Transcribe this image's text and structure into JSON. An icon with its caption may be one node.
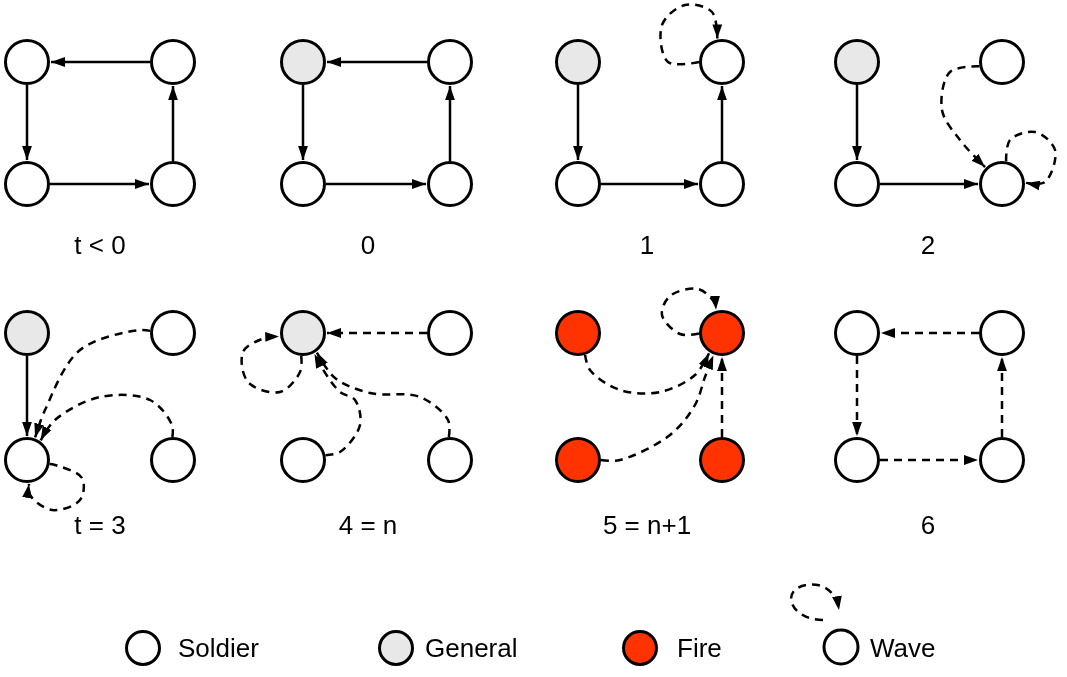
{
  "diagram": {
    "nodes": [
      {
        "text": [],
        "shape": "circle"
      },
      {
        "text": [],
        "shape": "circle"
      },
      {
        "text": [],
        "shape": "circle"
      },
      {
        "text": [],
        "shape": "circle"
      },
      {
        "text": [],
        "shape": "circle"
      },
      {
        "text": [],
        "shape": "circle"
      },
      {
        "text": [],
        "shape": "circle"
      },
      {
        "text": [],
        "shape": "circle"
      },
      {
        "text": [],
        "shape": "circle"
      },
      {
        "text": [],
        "shape": "circle"
      },
      {
        "text": [],
        "shape": "circle"
      },
      {
        "text": [],
        "shape": "circle"
      },
      {
        "text": [],
        "shape": "circle"
      },
      {
        "text": [],
        "shape": "circle"
      },
      {
        "text": [],
        "shape": "circle"
      },
      {
        "text": [],
        "shape": "circle"
      },
      {
        "text": [],
        "shape": "circle"
      },
      {
        "text": [],
        "shape": "circle"
      },
      {
        "text": [],
        "shape": "circle"
      },
      {
        "text": [],
        "shape": "circle"
      },
      {
        "text": [],
        "shape": "circle"
      },
      {
        "text": [],
        "shape": "circle"
      },
      {
        "text": [],
        "shape": "circle"
      },
      {
        "text": [],
        "shape": "circle"
      },
      {
        "text": [],
        "shape": "circle"
      },
      {
        "text": [],
        "shape": "circle"
      },
      {
        "text": [],
        "shape": "circle"
      },
      {
        "text": [],
        "shape": "circle"
      },
      {
        "text": [],
        "shape": "circle"
      },
      {
        "text": [],
        "shape": "circle"
      },
      {
        "text": [],
        "shape": "circle"
      },
      {
        "text": [],
        "shape": "circle"
      }
    ],
    "edges": [
      {
        "from": 1,
        "to": 0,
        "arrow": "to"
      },
      {
        "from": 0,
        "to": 2,
        "arrow": "to"
      },
      {
        "from": 2,
        "to": 3,
        "arrow": "to"
      },
      {
        "from": 3,
        "to": 1,
        "arrow": "to"
      },
      {
        "from": 5,
        "to": 4,
        "arrow": "to"
      },
      {
        "from": 4,
        "to": 6,
        "arrow": "to"
      },
      {
        "from": 6,
        "to": 7,
        "arrow": "to"
      },
      {
        "from": 7,
        "to": 5,
        "arrow": "to"
      },
      {
        "from": 8,
        "to": 10,
        "arrow": "to"
      },
      {
        "from": 10,
        "to": 11,
        "arrow": "to"
      },
      {
        "from": 11,
        "to": 9,
        "arrow": "to"
      },
      {
        "from": 9,
        "to": 9,
        "arrow": "to",
        "style": "dashed"
      },
      {
        "from": 12,
        "to": 14,
        "arrow": "to"
      },
      {
        "from": 14,
        "to": 15,
        "arrow": "to"
      },
      {
        "from": 13,
        "to": 15,
        "arrow": "to",
        "style": "dashed"
      },
      {
        "from": 15,
        "to": 15,
        "arrow": "to",
        "style": "dashed"
      },
      {
        "from": 16,
        "to": 18,
        "arrow": "to"
      },
      {
        "from": 17,
        "to": 18,
        "arrow": "to",
        "style": "dashed"
      },
      {
        "from": 19,
        "to": 18,
        "arrow": "to",
        "style": "dashed"
      },
      {
        "from": 18,
        "to": 18,
        "arrow": "to",
        "style": "dashed"
      },
      {
        "from": 21,
        "to": 20,
        "arrow": "to",
        "style": "dashed"
      },
      {
        "from": 20,
        "to": 20,
        "arrow": "to",
        "style": "dashed"
      },
      {
        "from": 22,
        "to": 20,
        "arrow": "to",
        "style": "dashed"
      },
      {
        "from": 23,
        "to": 20,
        "arrow": "to",
        "style": "dashed"
      },
      {
        "from": 25,
        "to": 25,
        "arrow": "to",
        "style": "dashed"
      },
      {
        "from": 24,
        "to": 25,
        "arrow": "to",
        "style": "dashed"
      },
      {
        "from": 26,
        "to": 25,
        "arrow": "to",
        "style": "dashed"
      },
      {
        "from": 27,
        "to": 25,
        "arrow": "to",
        "style": "dashed"
      },
      {
        "from": 29,
        "to": 28,
        "arrow": "to",
        "style": "dashed"
      },
      {
        "from": 28,
        "to": 30,
        "arrow": "to",
        "style": "dashed"
      },
      {
        "from": 30,
        "to": 31,
        "arrow": "to",
        "style": "dashed"
      },
      {
        "from": 31,
        "to": 29,
        "arrow": "to",
        "style": "dashed"
      }
    ],
    "labels": [
      "t < 0",
      "0",
      "1",
      "2",
      "t = 3",
      "4 = n",
      "5 = n+1",
      "6"
    ],
    "legend": [
      {
        "text": "Soldier",
        "color": "#ffffff"
      },
      {
        "text": "General",
        "color": "#e8e8e8"
      },
      {
        "text": "Fire",
        "color": "#ff3300"
      },
      {
        "text": "Wave"
      }
    ]
  }
}
